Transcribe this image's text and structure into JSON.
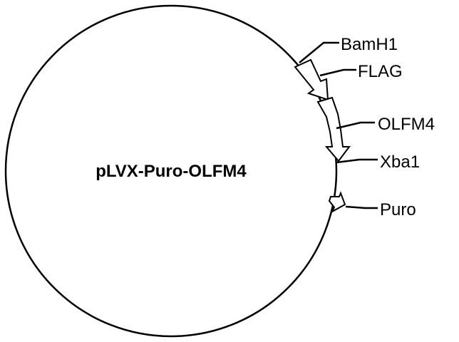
{
  "plasmid": {
    "name": "pLVX-Puro-OLFM4"
  },
  "features": {
    "bamh1": {
      "label": "BamH1"
    },
    "flag": {
      "label": "FLAG"
    },
    "olfm4": {
      "label": "OLFM4"
    },
    "xba1": {
      "label": "Xba1"
    },
    "puro": {
      "label": "Puro"
    }
  }
}
